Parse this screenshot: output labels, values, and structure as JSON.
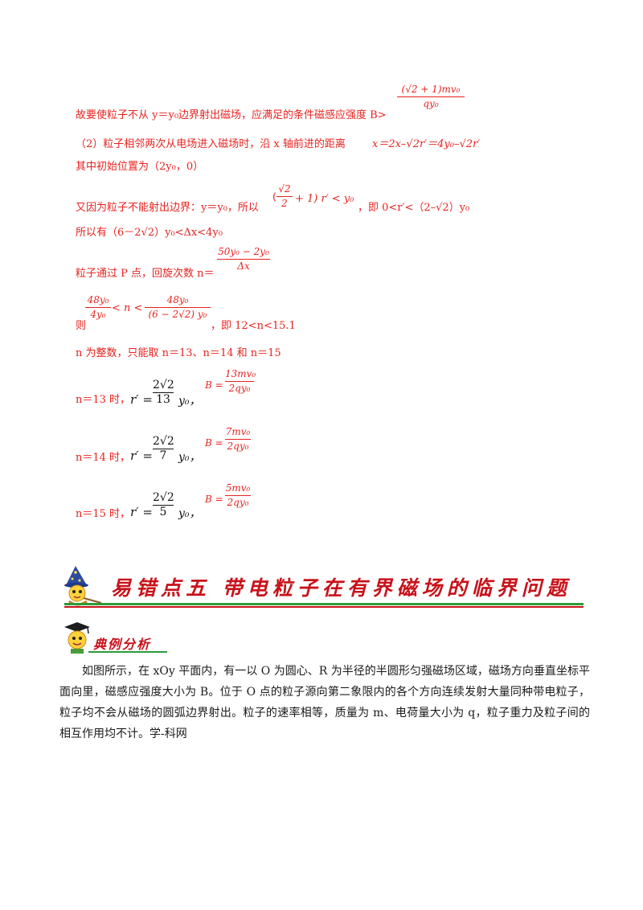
{
  "lines": {
    "l1": "故要使粒子不从 y＝y₀边界射出磁场，应满足的条件磁感应强度 B>",
    "l1_frac_num": "(√2 + 1)mv₀",
    "l1_frac_den": "qy₀",
    "l2": "（2）粒子相邻两次从电场进入磁场时，沿 x 轴前进的距离",
    "l2_eq": "x＝2x–√2r′＝4y₀–√2r′",
    "l3": "其中初始位置为（2y₀，0）",
    "l4_a": "又因为粒子不能射出边界：y＝y₀，所以",
    "l4_frac_num": "√2",
    "l4_frac_den": "2",
    "l4_b": "+ 1)  r′ < y₀",
    "l4_c": "，即 0<r′<（2–√2）y₀",
    "l4_paren": "(",
    "l5": "所以有（6－2√2）y₀<Δx<4y₀",
    "l6": "粒子通过 P 点，回旋次数 n＝",
    "l6_frac_num": "50y₀ − 2y₀",
    "l6_frac_den": "Δx",
    "l7_a": "则",
    "l7_frac1_num": "48y₀",
    "l7_frac1_den": "4y₀",
    "l7_mid": "< n <",
    "l7_frac2_num": "48y₀",
    "l7_frac2_den": "(6 − 2√2)  y₀",
    "l7_b": "，即 12<n<15.1",
    "l8": "n 为整数，只能取 n＝13、n＝14 和 n＝15",
    "cases": [
      {
        "label": "n＝13 时，",
        "r_prefix": "r′ =",
        "r_num": "2√2",
        "r_den": "13",
        "r_suffix": "y₀，",
        "b_prefix": "B =",
        "b_num": "13mv₀",
        "b_den": "2qy₀"
      },
      {
        "label": "n＝14 时，",
        "r_prefix": "r′ =",
        "r_num": "2√2",
        "r_den": "7",
        "r_suffix": "y₀，",
        "b_prefix": "B =",
        "b_num": "7mv₀",
        "b_den": "2qy₀"
      },
      {
        "label": "n＝15 时，",
        "r_prefix": "r′ =",
        "r_num": "2√2",
        "r_den": "5",
        "r_suffix": "y₀，",
        "b_prefix": "B =",
        "b_num": "5mv₀",
        "b_den": "2qy₀"
      }
    ]
  },
  "banner": {
    "title": "易错点五   带电粒子在有界磁场的临界问题",
    "icon": "wizard-mascot-icon"
  },
  "section": {
    "label": "典例分析",
    "icon": "graduate-mascot-icon"
  },
  "paragraph": "如图所示，在 xOy 平面内，有一以 O 为圆心、R 为半径的半圆形匀强磁场区域，磁场方向垂直坐标平面向里，磁感应强度大小为 B。位于 O 点的粒子源向第二象限内的各个方向连续发射大量同种带电粒子，粒子均不会从磁场的圆弧边界射出。粒子的速率相等，质量为 m、电荷量大小为 q，粒子重力及粒子间的相互作用均不计。学-科网",
  "colors": {
    "solution_text": "#e8231f",
    "banner": "#c8121a",
    "body": "#1a1a1a"
  }
}
